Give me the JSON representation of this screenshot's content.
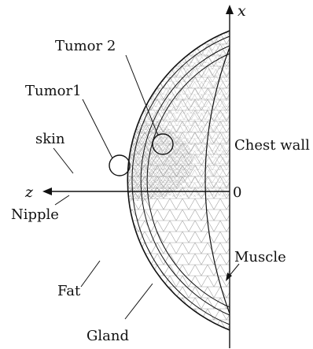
{
  "figure": {
    "axes": {
      "x_label": "x",
      "z_label": "z",
      "origin_label": "0"
    },
    "labels": {
      "tumor2": "Tumor 2",
      "tumor1": "Tumor1",
      "skin": "skin",
      "chest_wall": "Chest wall",
      "nipple": "Nipple",
      "muscle": "Muscle",
      "fat": "Fat",
      "gland": "Gland"
    },
    "colors": {
      "ink": "#111111",
      "mesh": "#9a9a9a",
      "background": "#ffffff"
    }
  }
}
